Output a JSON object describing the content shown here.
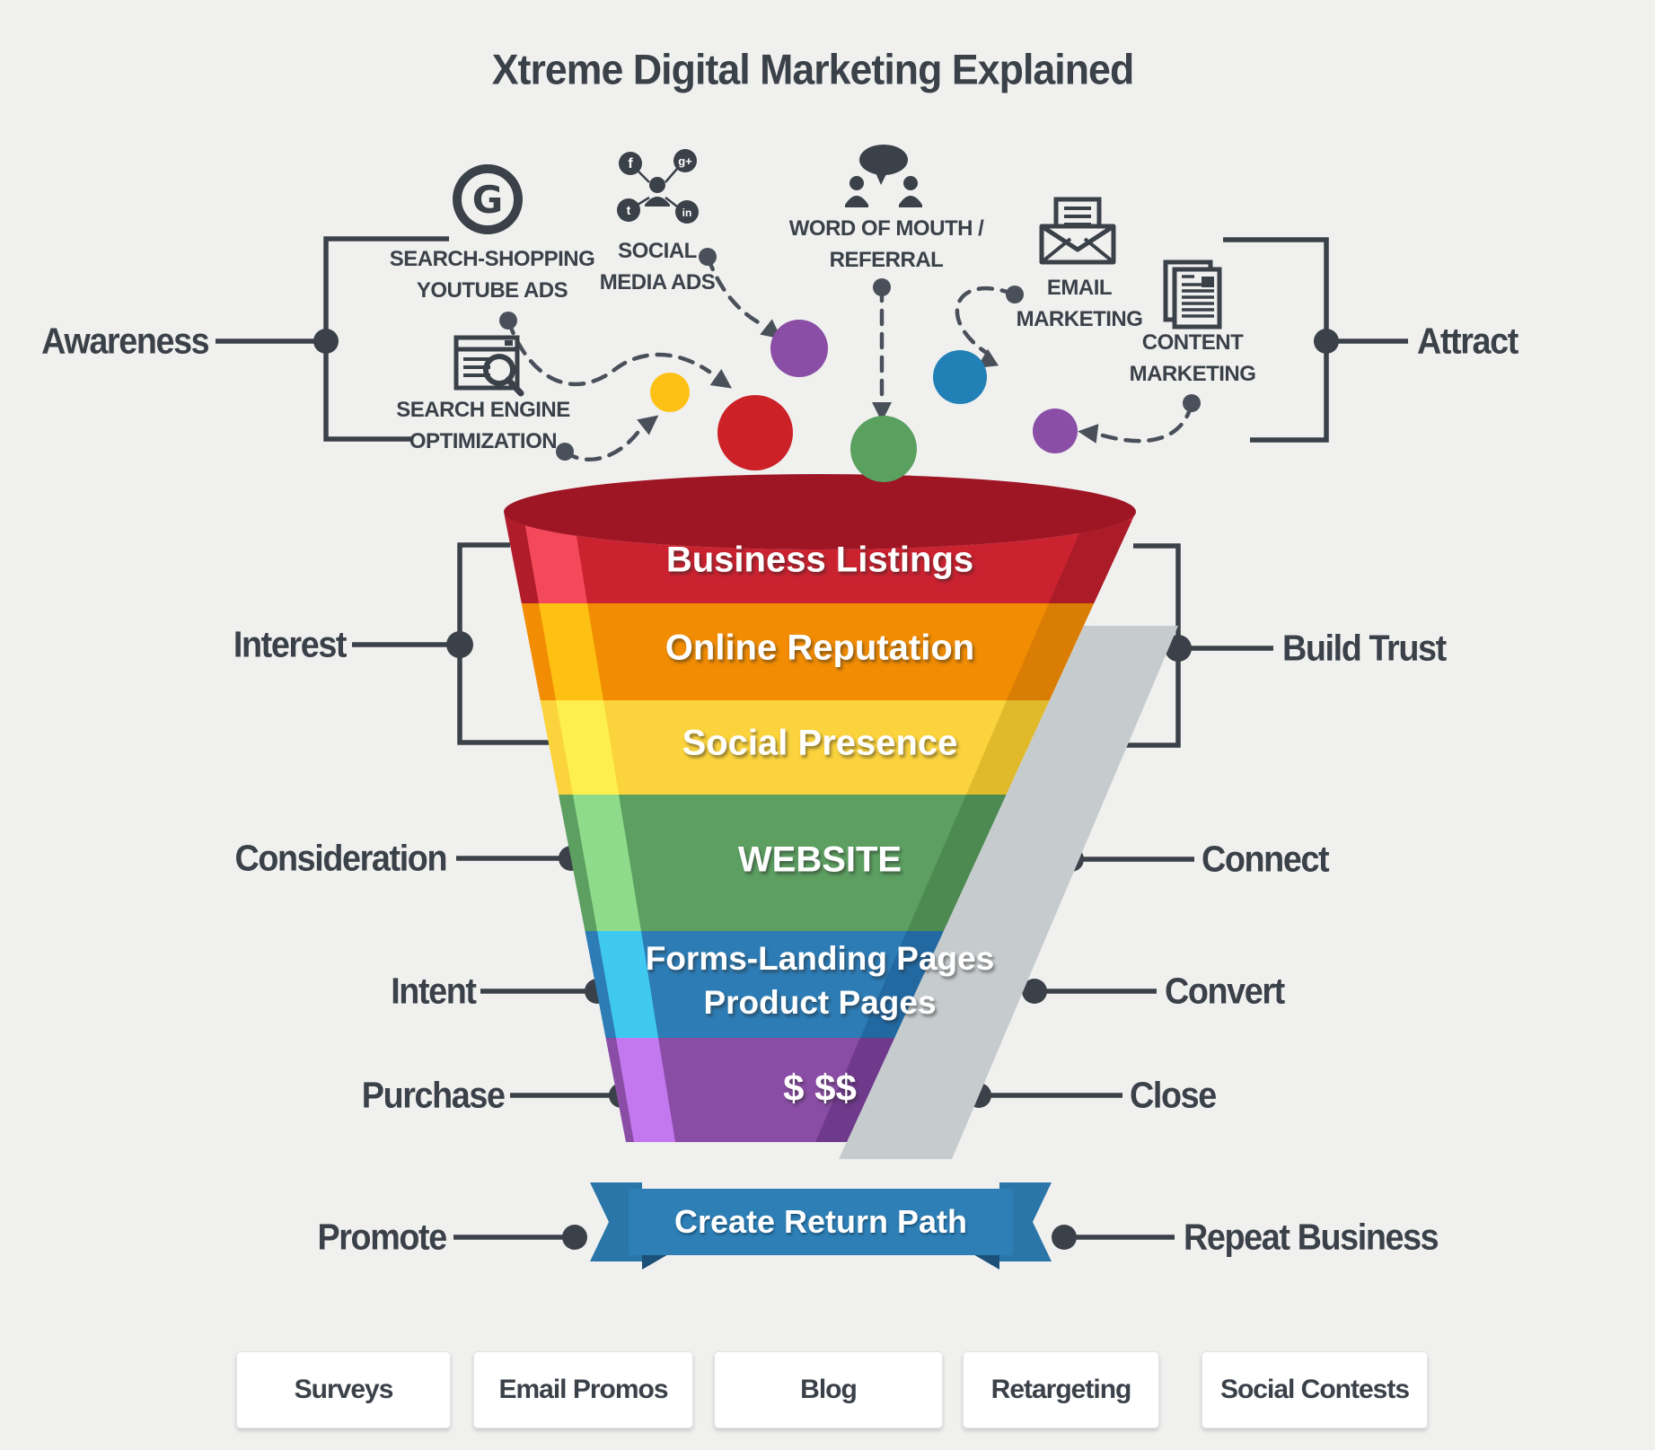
{
  "title": "Xtreme Digital Marketing Explained",
  "traffic_sources": [
    {
      "icon": "google-g-icon",
      "line1": "SEARCH-SHOPPING",
      "line2": "YOUTUBE ADS"
    },
    {
      "icon": "social-media-icon",
      "line1": "SOCIAL",
      "line2": "MEDIA ADS"
    },
    {
      "icon": "word-of-mouth-icon",
      "line1": "WORD OF MOUTH /",
      "line2": "REFERRAL"
    },
    {
      "icon": "email-envelope-icon",
      "line1": "EMAIL",
      "line2": "MARKETING"
    },
    {
      "icon": "content-document-icon",
      "line1": "CONTENT",
      "line2": "MARKETING"
    },
    {
      "icon": "seo-search-page-icon",
      "line1": "SEARCH ENGINE",
      "line2": "OPTIMIZATION"
    }
  ],
  "left_labels": [
    "Awareness",
    "Interest",
    "Consideration",
    "Intent",
    "Purchase",
    "Promote"
  ],
  "right_labels": [
    "Attract",
    "Build Trust",
    "Connect",
    "Convert",
    "Close",
    "Repeat Business"
  ],
  "funnel": {
    "layers": [
      {
        "label": "Business Listings",
        "color": "#cb2230"
      },
      {
        "label": "Online Reputation",
        "color": "#f18c03"
      },
      {
        "label": "Social Presence",
        "color": "#fbd33c"
      },
      {
        "label": "WEBSITE",
        "color": "#5d9f61"
      },
      {
        "label": "Forms-Landing Pages",
        "label2": "Product Pages",
        "color": "#2d7cb5"
      },
      {
        "label": "$ $$",
        "color": "#8a4da5"
      }
    ],
    "top_color": "#9e1523",
    "shadow_color": "#c6cbcd"
  },
  "balls": [
    {
      "name": "yellow-ball",
      "color": "#fcc114"
    },
    {
      "name": "red-ball",
      "color": "#cd2128"
    },
    {
      "name": "purple-ball",
      "color": "#8a4ea6"
    },
    {
      "name": "green-ball",
      "color": "#5aa05f"
    },
    {
      "name": "blue-ball",
      "color": "#2180b5"
    },
    {
      "name": "small-purple-ball",
      "color": "#8a4ea6"
    }
  ],
  "ribbon": {
    "label": "Create Return Path",
    "color": "#2d7fb5"
  },
  "bottom_buttons": [
    "Surveys",
    "Email Promos",
    "Blog",
    "Retargeting",
    "Social Contests"
  ],
  "colors": {
    "background": "#f0f0ef",
    "ink": "#3b4149",
    "dashed_line": "#4a505a"
  }
}
